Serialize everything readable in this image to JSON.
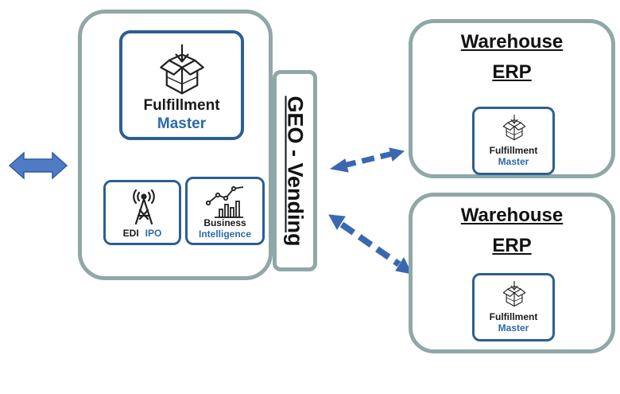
{
  "main": {
    "fulfillment": {
      "line1": "Fulfillment",
      "line2": "Master",
      "icon": "box-download-icon"
    },
    "edi": {
      "label_a": "EDI",
      "label_b": "IPO",
      "icon": "antenna-tower-icon"
    },
    "bi": {
      "line1": "Business",
      "line2": "Intelligence",
      "icon": "chart-trend-icon"
    }
  },
  "geo": {
    "label": "GEO - Vending"
  },
  "warehouses": [
    {
      "line1": "Warehouse",
      "line2": "ERP",
      "fm_line1": "Fulfillment",
      "fm_line2": "Master"
    },
    {
      "line1": "Warehouse",
      "line2": "ERP",
      "fm_line1": "Fulfillment",
      "fm_line2": "Master"
    }
  ],
  "colors": {
    "border_gray": "#8fa7a7",
    "brand_blue": "#2c5f93",
    "text_blue": "#2c6aa8",
    "arrow_blue": "#3a68b0"
  }
}
